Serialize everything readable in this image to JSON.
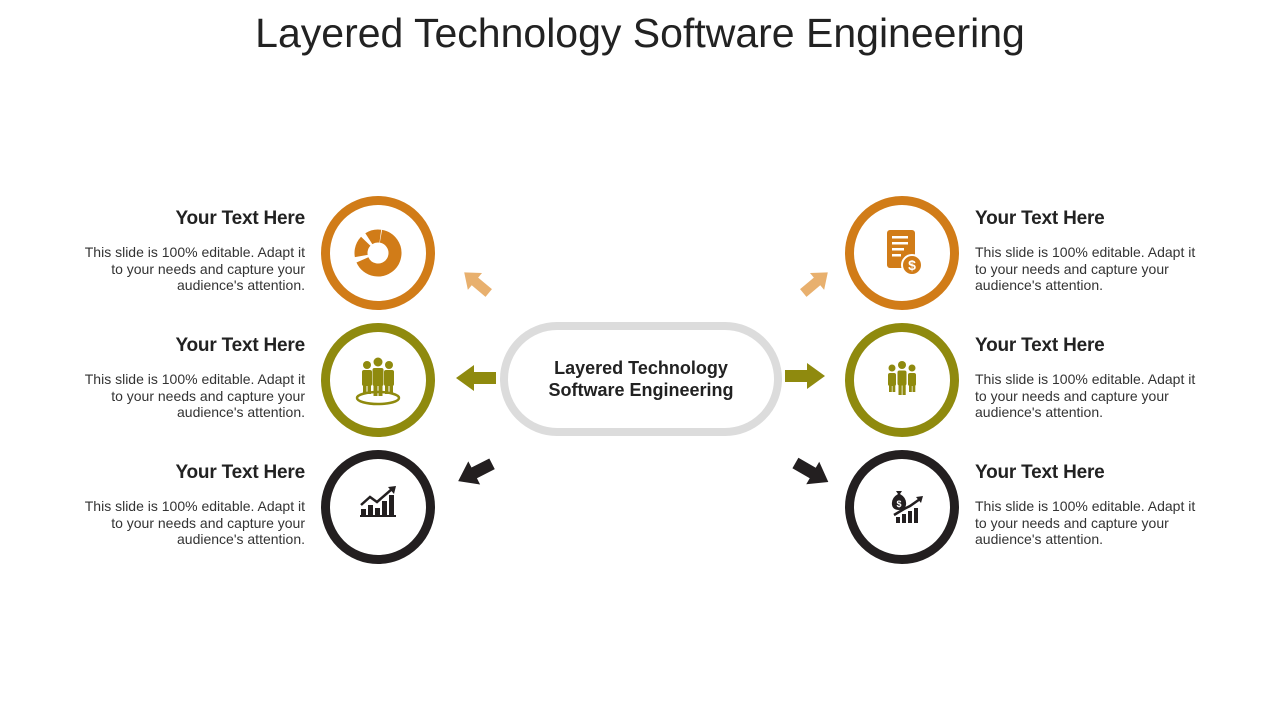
{
  "title": "Layered Technology Software Engineering",
  "center": {
    "label_line1": "Layered Technology",
    "label_line2": "Software Engineering"
  },
  "colors": {
    "orange": "#d17c18",
    "olive": "#8f8a0e",
    "dark": "#231f20",
    "light_orange": "#e8b06e",
    "pill_border": "#dcdcdc"
  },
  "items": [
    {
      "heading": "Your Text Here",
      "text": "This slide is 100% editable. Adapt it to your needs and capture your audience's attention.",
      "icon": "donut-chart-icon",
      "color": "orange"
    },
    {
      "heading": "Your Text Here",
      "text": "This slide is 100% editable. Adapt it to your needs and capture your audience's attention.",
      "icon": "team-group-icon",
      "color": "olive"
    },
    {
      "heading": "Your Text Here",
      "text": "This slide is 100% editable. Adapt it to your needs and capture your audience's attention.",
      "icon": "growth-chart-icon",
      "color": "dark"
    },
    {
      "heading": "Your Text Here",
      "text": "This slide is 100% editable. Adapt it to your needs and capture your audience's attention.",
      "icon": "invoice-dollar-icon",
      "color": "orange"
    },
    {
      "heading": "Your Text Here",
      "text": "This slide is 100% editable. Adapt it to your needs and capture your audience's attention.",
      "icon": "people-icon",
      "color": "olive"
    },
    {
      "heading": "Your Text Here",
      "text": "This slide is 100% editable. Adapt it to your needs and capture your audience's attention.",
      "icon": "money-bag-growth-icon",
      "color": "dark"
    }
  ]
}
